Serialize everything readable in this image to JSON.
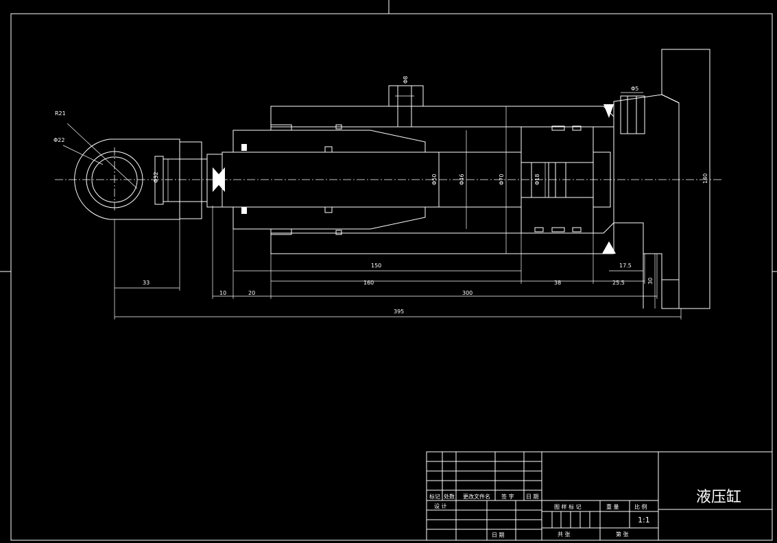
{
  "drawing": {
    "title": "液压缸",
    "scale": "1:1",
    "dimensions": {
      "r21": "R21",
      "phi22": "Φ22",
      "phi32": "Φ32",
      "phi50": "Φ50",
      "phi46": "Φ46",
      "phi70": "Φ70",
      "phi18": "Φ18",
      "d140": "140",
      "phi8": "Φ8",
      "phi5": "Φ5",
      "d150": "150",
      "d33": "33",
      "d160": "160",
      "d38": "38",
      "d25_5": "25.5",
      "d17_5": "17.5",
      "d30": "30",
      "d10": "10",
      "d20": "20",
      "d300": "300",
      "d395": "395"
    }
  },
  "title_block": {
    "col_labels": [
      "标记",
      "处数",
      "更改文件名",
      "签 字",
      "日 期"
    ],
    "design": "设 计",
    "date": "日 期",
    "tuyang": "图 样 标 记",
    "weight": "重 量",
    "bili": "比 例",
    "gong": "共     张",
    "di": "第     张"
  }
}
